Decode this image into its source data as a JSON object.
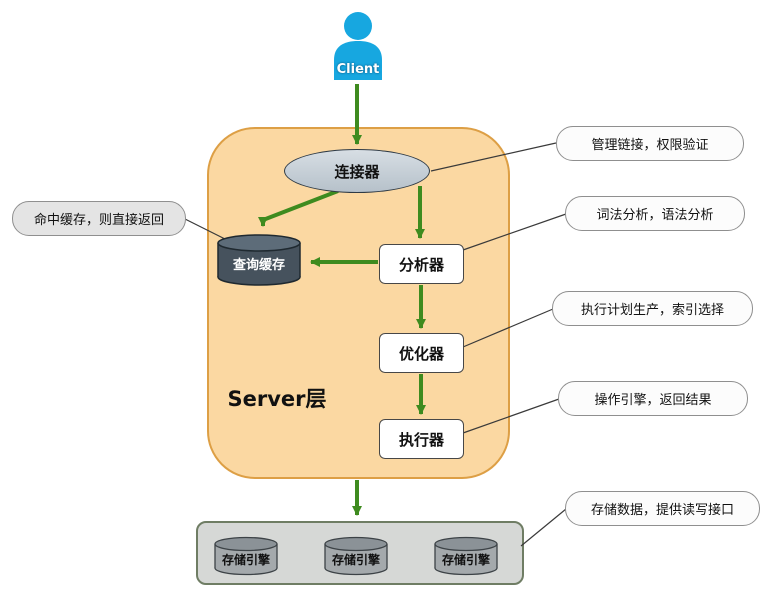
{
  "client": {
    "label": "Client"
  },
  "server": {
    "label": "Server层",
    "nodes": {
      "connector": "连接器",
      "query_cache": "查询缓存",
      "analyzer": "分析器",
      "optimizer": "优化器",
      "executor": "执行器"
    }
  },
  "storage": {
    "engines": [
      "存储引擎",
      "存储引擎",
      "存储引擎"
    ]
  },
  "callouts": {
    "cache_hit": "命中缓存，则直接返回",
    "connector": "管理链接，权限验证",
    "analyzer": "词法分析，语法分析",
    "optimizer": "执行计划生产，索引选择",
    "executor": "操作引擎，返回结果",
    "storage": "存储数据，提供读写接口"
  },
  "colors": {
    "arrow_green": "#3e8b1f",
    "server_fill": "#fbd8a2",
    "server_border": "#dd9f45",
    "connector_fill": "#c6cfd8",
    "query_cache_fill": "#46525d",
    "storage_box_fill": "#d6d8d6",
    "engine_fill": "#a4a9ac",
    "client_blue": "#17a7e0"
  }
}
